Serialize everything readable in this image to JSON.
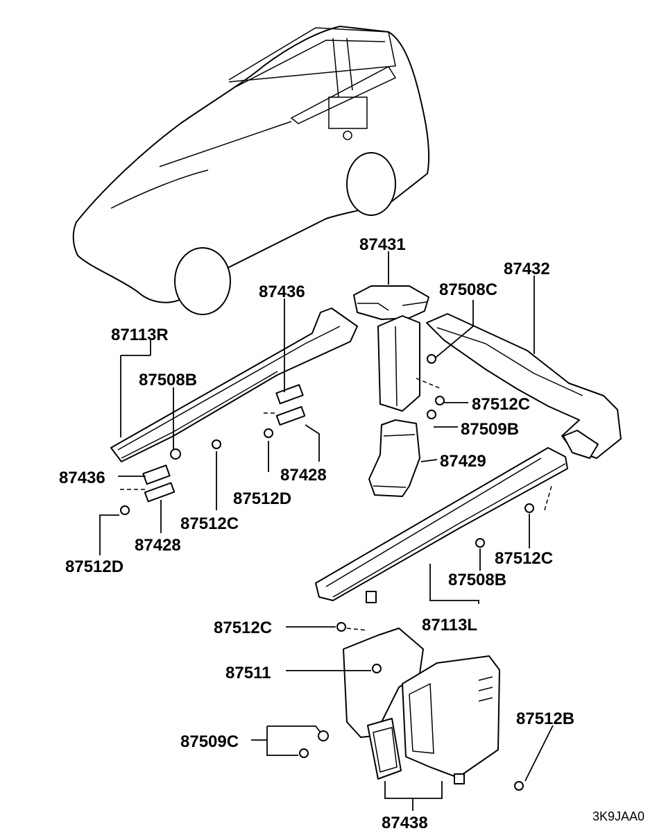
{
  "labels": {
    "p87431": "87431",
    "p87432": "87432",
    "p87436_top": "87436",
    "p87508C": "87508C",
    "p87113R": "87113R",
    "p87508B_left": "87508B",
    "p87512C_right_top": "87512C",
    "p87509B": "87509B",
    "p87429": "87429",
    "p87428_mid": "87428",
    "p87436_left": "87436",
    "p87512D_mid": "87512D",
    "p87512C_left": "87512C",
    "p87428_left": "87428",
    "p87512D_left": "87512D",
    "p87512C_right": "87512C",
    "p87508B_right": "87508B",
    "p87113L": "87113L",
    "p87512C_bottom": "87512C",
    "p87511": "87511",
    "p87512B": "87512B",
    "p87509C": "87509C",
    "p87438": "87438"
  },
  "diagram_code": "3K9JAA0"
}
